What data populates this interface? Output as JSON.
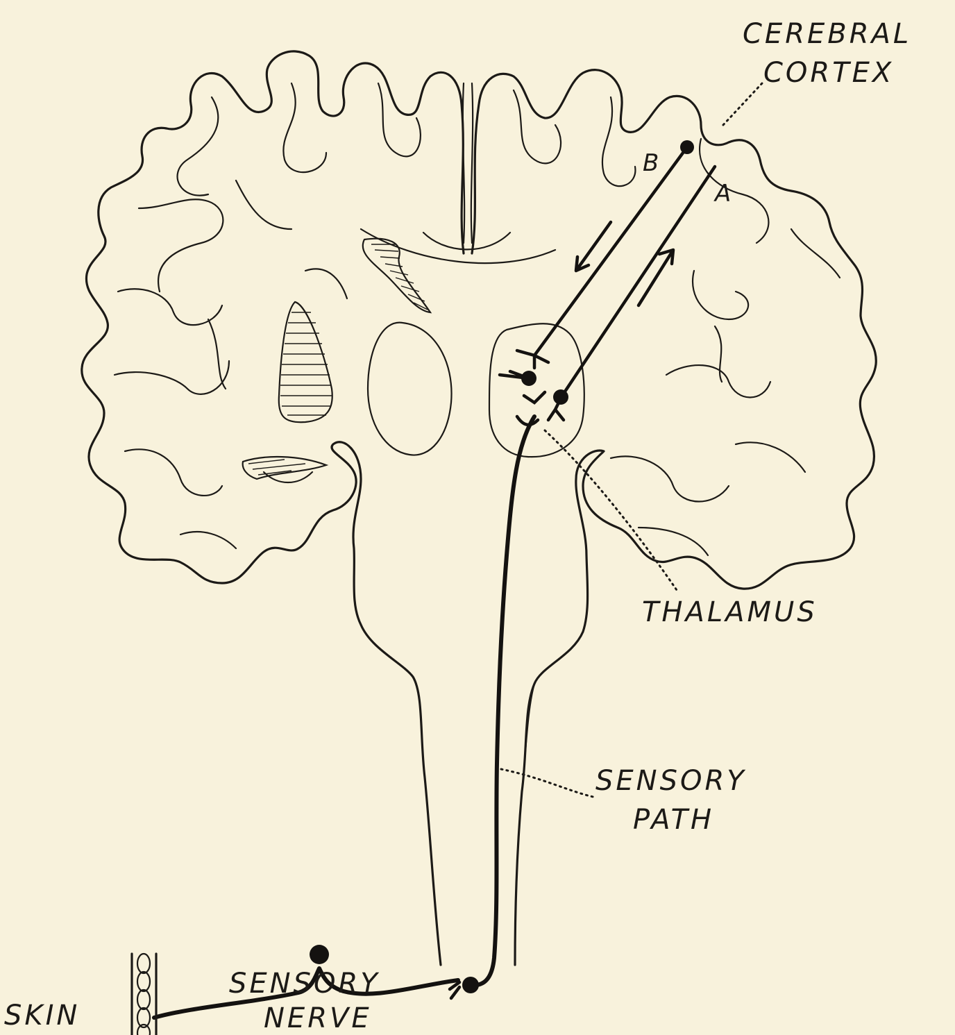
{
  "labels": {
    "cerebral_cortex_line1": "CEREBRAL",
    "cerebral_cortex_line2": "CORTEX",
    "thalamus": "THALAMUS",
    "sensory_path_line1": "SENSORY",
    "sensory_path_line2": "PATH",
    "skin": "SKIN",
    "sensory_nerve_line1": "SENSORY",
    "sensory_nerve_line2": "NERVE",
    "fiber_a": "A",
    "fiber_b": "B"
  },
  "colors": {
    "paper": "#f8f2dc",
    "ink": "#1c1a17"
  }
}
